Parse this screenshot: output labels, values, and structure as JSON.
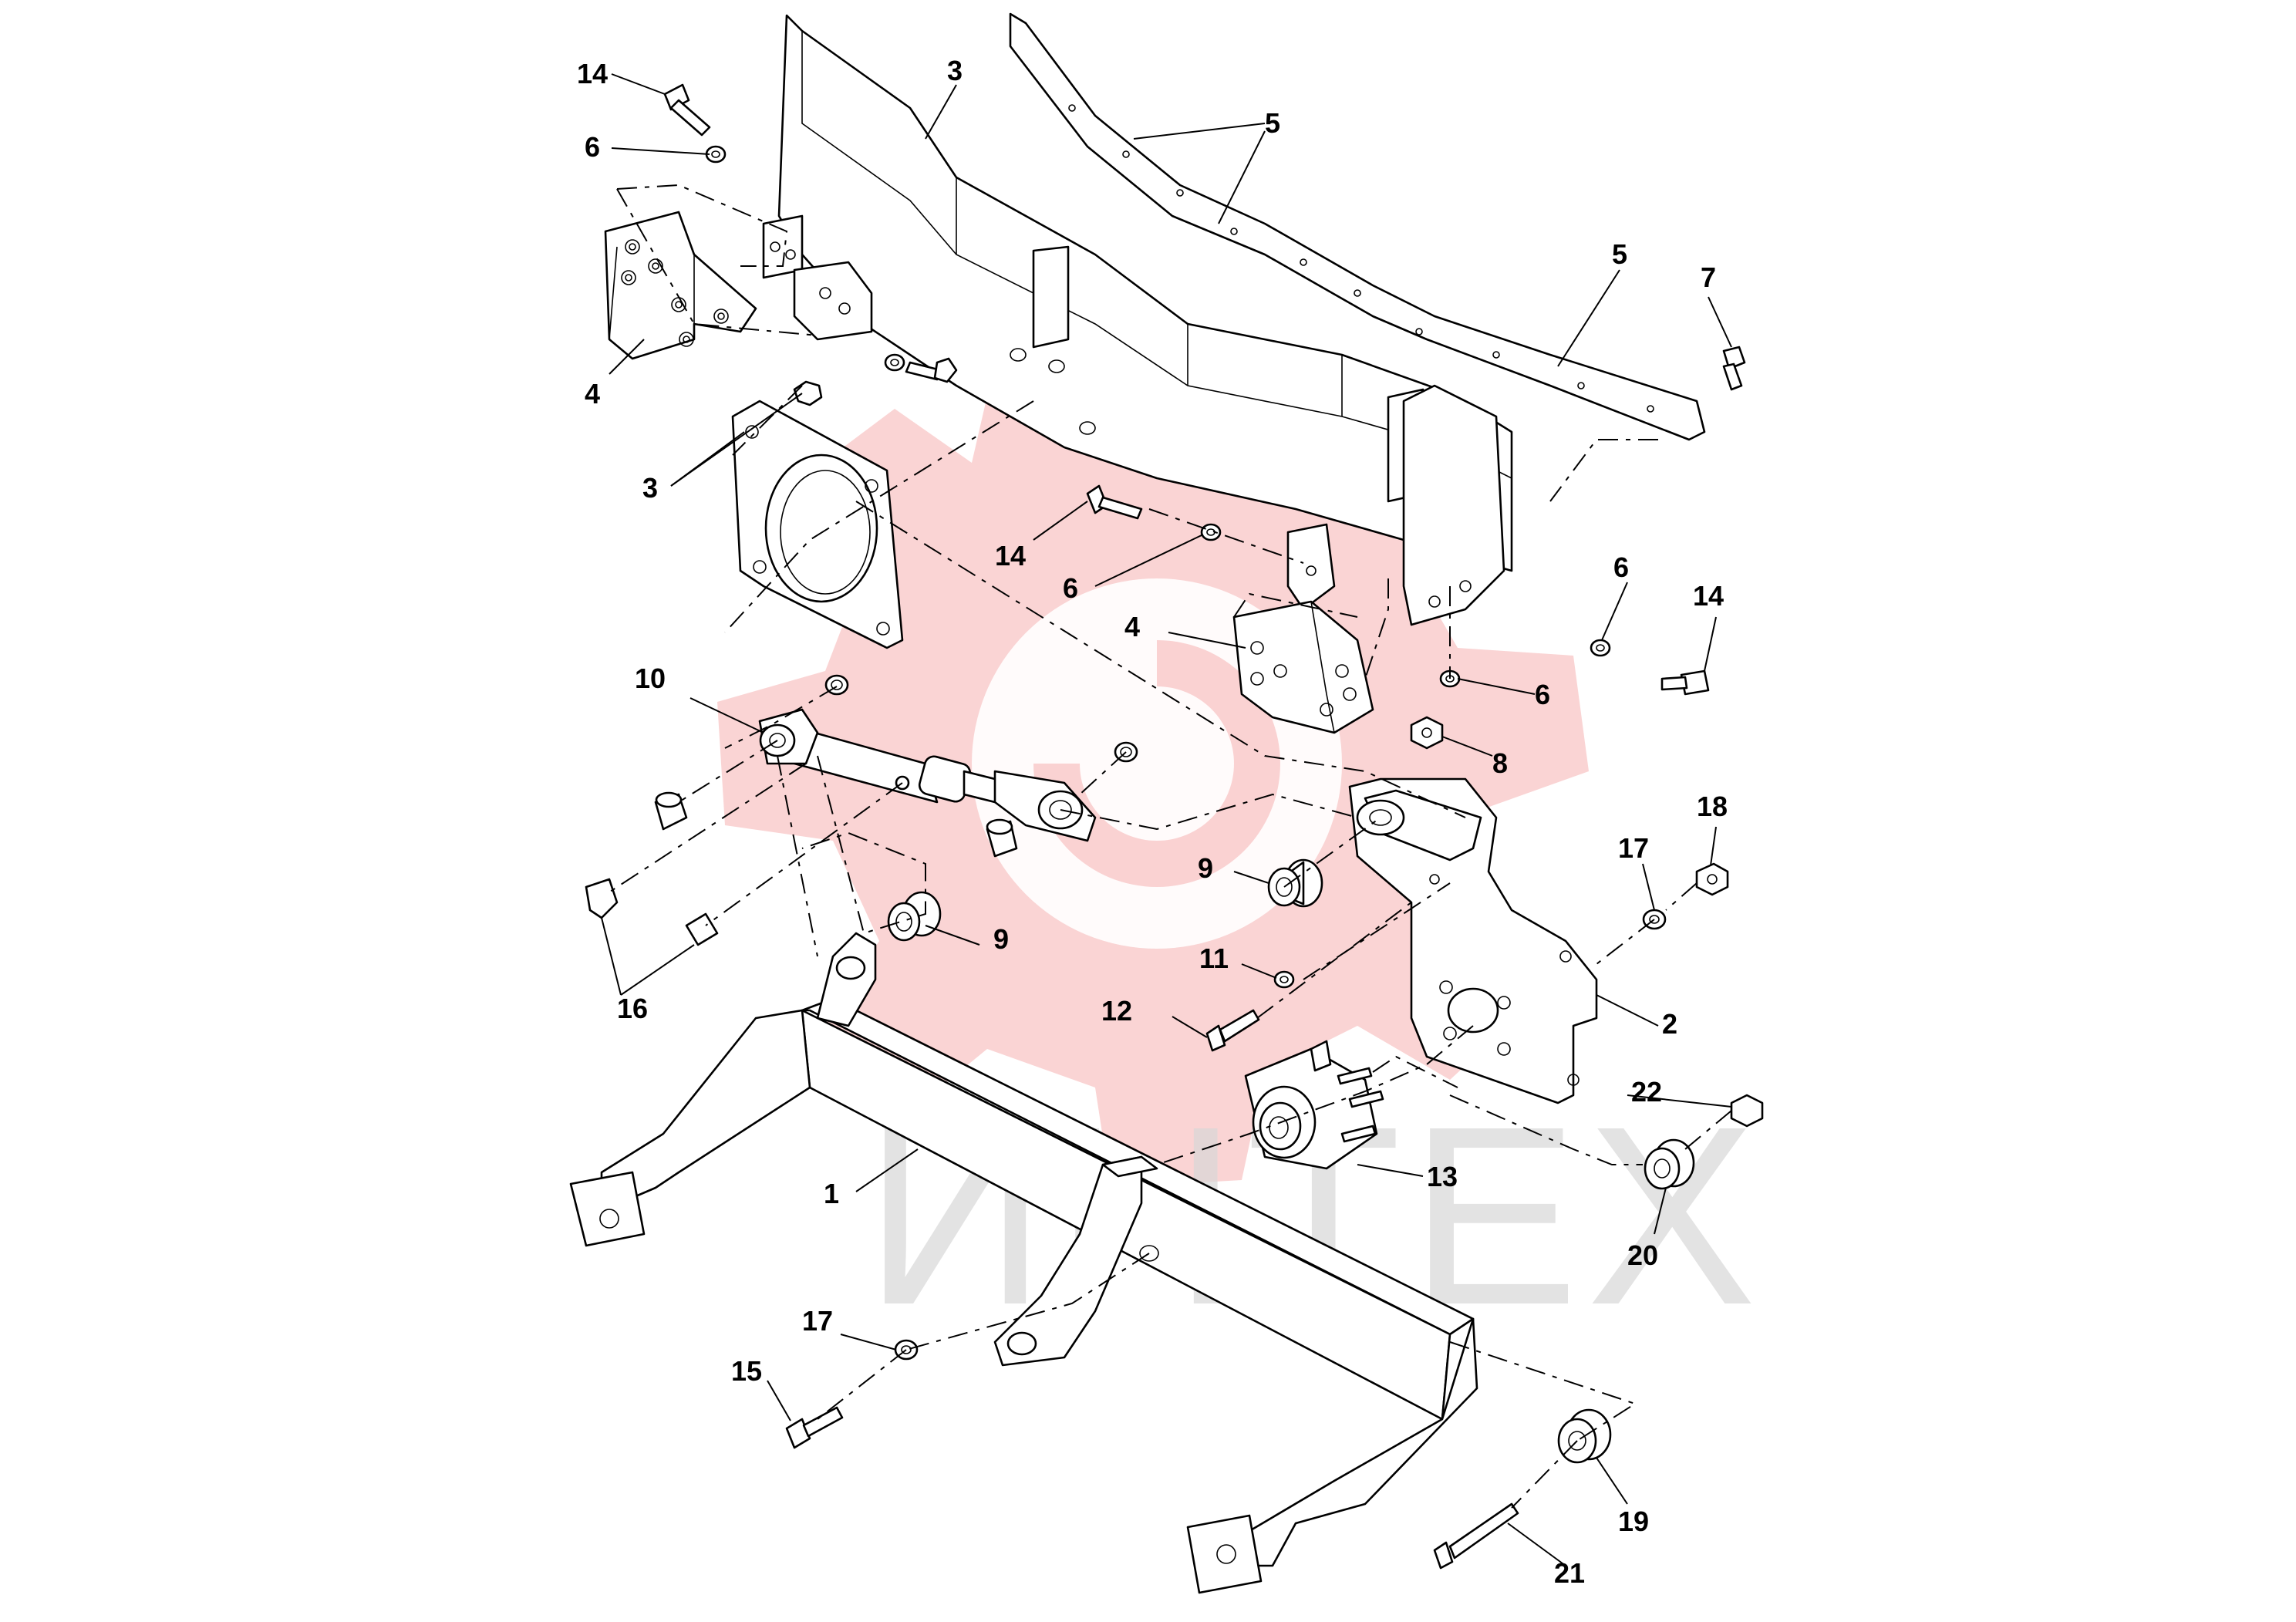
{
  "diagram": {
    "watermark_text": "ИНТЕХ",
    "colors": {
      "watermark_gear": "#f4a0a0",
      "watermark_text": "#d8d8d8",
      "line": "#000000"
    },
    "callouts": [
      {
        "id": "c14a",
        "text": "14"
      },
      {
        "id": "c6a",
        "text": "6"
      },
      {
        "id": "c3a",
        "text": "3"
      },
      {
        "id": "c5a",
        "text": "5"
      },
      {
        "id": "c5b",
        "text": "5"
      },
      {
        "id": "c7",
        "text": "7"
      },
      {
        "id": "c4a",
        "text": "4"
      },
      {
        "id": "c3b",
        "text": "3"
      },
      {
        "id": "c14b",
        "text": "14"
      },
      {
        "id": "c6b",
        "text": "6"
      },
      {
        "id": "c4b",
        "text": "4"
      },
      {
        "id": "c6c",
        "text": "6"
      },
      {
        "id": "c14c",
        "text": "14"
      },
      {
        "id": "c6d",
        "text": "6"
      },
      {
        "id": "c8",
        "text": "8"
      },
      {
        "id": "c10",
        "text": "10"
      },
      {
        "id": "c9a",
        "text": "9"
      },
      {
        "id": "c18",
        "text": "18"
      },
      {
        "id": "c17a",
        "text": "17"
      },
      {
        "id": "c9b",
        "text": "9"
      },
      {
        "id": "c11",
        "text": "11"
      },
      {
        "id": "c16",
        "text": "16"
      },
      {
        "id": "c12",
        "text": "12"
      },
      {
        "id": "c2",
        "text": "2"
      },
      {
        "id": "c22",
        "text": "22"
      },
      {
        "id": "c13",
        "text": "13"
      },
      {
        "id": "c1",
        "text": "1"
      },
      {
        "id": "c20",
        "text": "20"
      },
      {
        "id": "c17b",
        "text": "17"
      },
      {
        "id": "c15",
        "text": "15"
      },
      {
        "id": "c19",
        "text": "19"
      },
      {
        "id": "c21",
        "text": "21"
      }
    ]
  }
}
